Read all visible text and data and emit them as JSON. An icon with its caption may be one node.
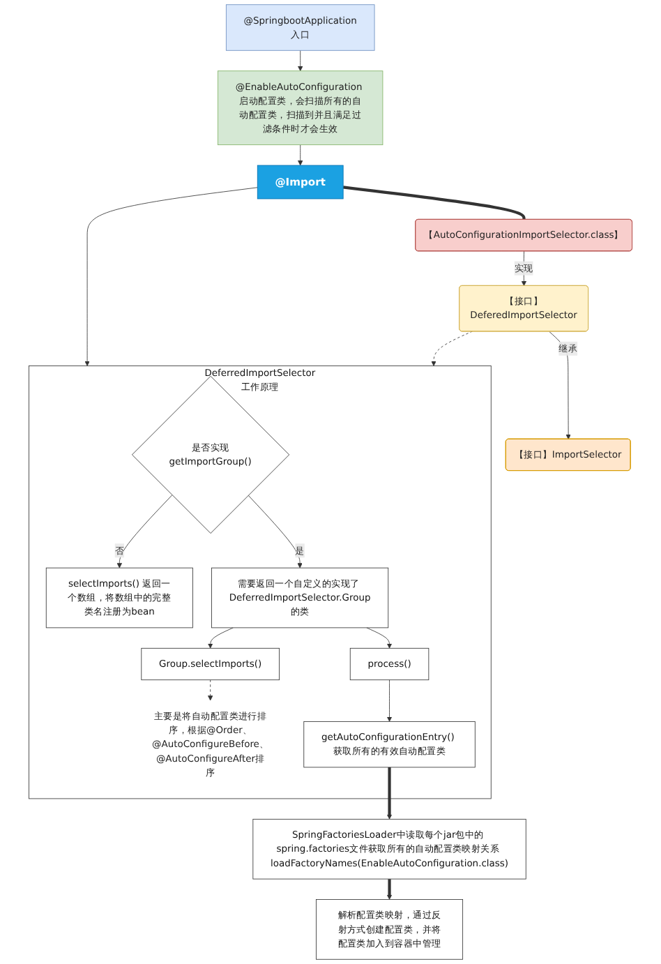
{
  "diagram": {
    "nodes": [
      {
        "text": [
          "@SpringbootApplication入口"
        ]
      },
      {
        "text": [
          "@EnableAutoConfiguration 启动配置类，会扫描所有的自动配置类，扫描到并且满足过滤条件时才会生效"
        ]
      },
      {
        "text": [
          "@Import"
        ]
      },
      {
        "text": [
          "【接口】ImportSelector"
        ]
      },
      {
        "text": [
          "【接口】DeferedImportSelector"
        ]
      },
      {
        "text": [
          "【AutoConfigurationImportSelector.class】"
        ]
      },
      {
        "text": [
          "DeferredImportSelector工作原理"
        ]
      },
      {
        "text": [
          "是否实现getImportGroup()"
        ],
        "in": 6
      },
      {
        "text": [
          "selectImports() 返回一个数组，将数组中的完整类名注册为bean"
        ],
        "in": 6
      },
      {
        "text": [
          "需要返回一个自定义的实现了 DeferredImportSelector.Group的类"
        ],
        "in": 6
      },
      {
        "text": [
          "process()"
        ],
        "in": 6
      },
      {
        "text": [
          "Group.selectImports()"
        ],
        "in": 6
      },
      {
        "text": [
          "主要是将自动配置类进行排序，根据@Order、@AutoConfigureBefore、@AutoConfigureAfter排序"
        ],
        "in": 6
      },
      {
        "text": [
          "getAutoConfigurationEntry() 获取所有的有效自动配置类"
        ],
        "in": 6
      },
      {
        "text": [
          "SpringFactoriesLoader中读取每个jar包中的 spring.factories文件获取所有的自动配置类映射关系 loadFactoryNames(EnableAutoConfiguration.class)"
        ]
      },
      {
        "text": [
          "解析配置类映射，通过反射方式创建配置类，并将配置类加入到容器中管理"
        ]
      }
    ],
    "edges": [
      {
        "from": 0,
        "to": 1,
        "arrow": "to"
      },
      {
        "from": 1,
        "to": 2,
        "arrow": "to"
      },
      {
        "from": 2,
        "to": 5,
        "arrow": "none",
        "style": "thick"
      },
      {
        "from": 5,
        "to": 4,
        "arrow": "to",
        "label": "实现"
      },
      {
        "from": 4,
        "to": 3,
        "arrow": "to",
        "label": "继承"
      },
      {
        "from": 2,
        "to": 6,
        "arrow": "to"
      },
      {
        "from": 4,
        "to": 6,
        "arrow": "to",
        "style": "dashed"
      },
      {
        "from": 7,
        "to": 8,
        "arrow": "to",
        "label": "否"
      },
      {
        "from": 7,
        "to": 9,
        "arrow": "to",
        "label": "是"
      },
      {
        "from": 9,
        "to": 10,
        "arrow": "to"
      },
      {
        "from": 9,
        "to": 11,
        "arrow": "to"
      },
      {
        "from": 11,
        "to": 12,
        "arrow": "to",
        "style": "dashed"
      },
      {
        "from": 10,
        "to": 13,
        "arrow": "to"
      },
      {
        "from": 13,
        "to": 14,
        "arrow": "to",
        "style": "thick"
      },
      {
        "from": 14,
        "to": 15,
        "arrow": "to",
        "style": "thick"
      }
    ]
  }
}
